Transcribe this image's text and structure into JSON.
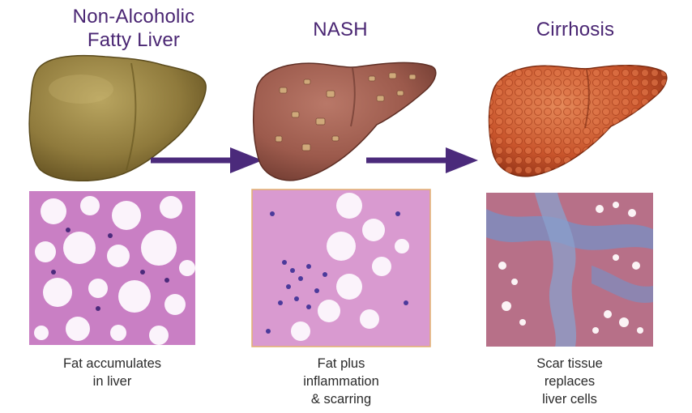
{
  "stages": [
    {
      "title_lines": [
        "Non-Alcoholic",
        "Fatty Liver"
      ],
      "caption_lines": [
        "Fat accumulates",
        "in liver"
      ]
    },
    {
      "title_lines": [
        "NASH"
      ],
      "caption_lines": [
        "Fat plus",
        "inflammation",
        "& scarring"
      ]
    },
    {
      "title_lines": [
        "Cirrhosis"
      ],
      "caption_lines": [
        "Scar tissue",
        "replaces",
        "liver cells"
      ]
    }
  ],
  "colors": {
    "title": "#4a2673",
    "arrow": "#4b2a7b",
    "caption": "#2a2a2a",
    "fatty_liver": "#8f7a3c",
    "nash_liver": "#9c5a4c",
    "cirrhosis_liver": "#c9552c"
  }
}
